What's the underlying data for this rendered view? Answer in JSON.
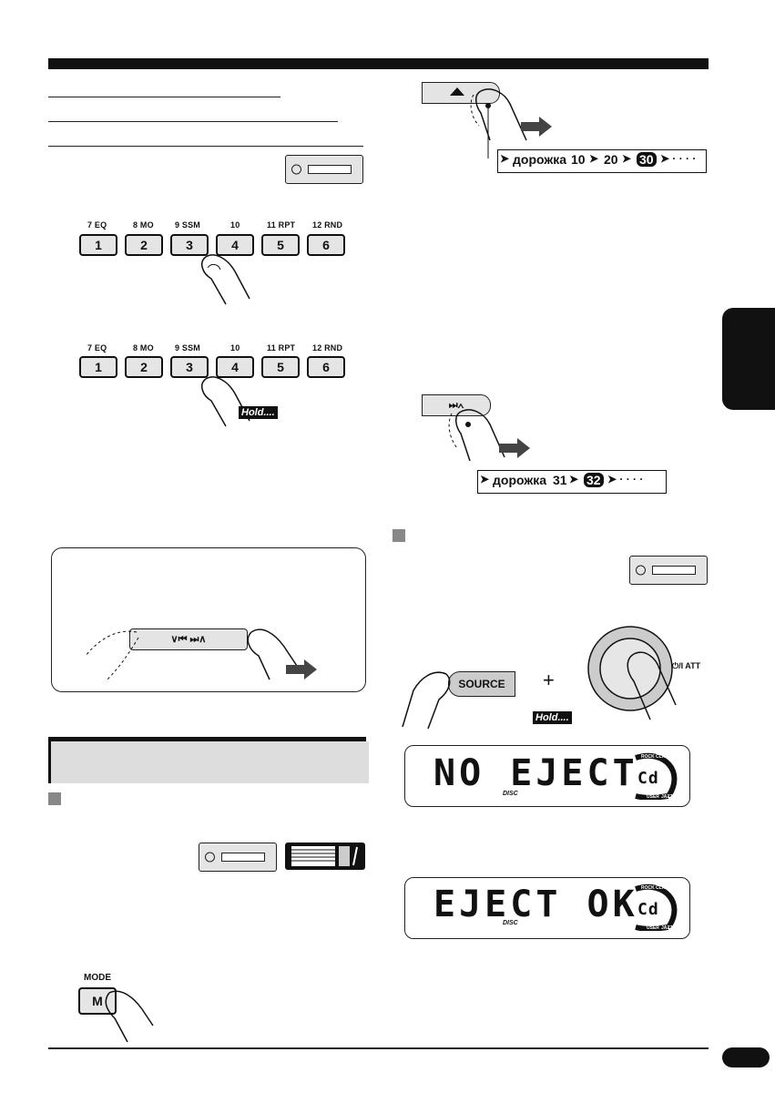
{
  "preset_keys": {
    "labels": [
      "7 EQ",
      "8 MO",
      "9 SSM",
      "10",
      "11 RPT",
      "12 RND"
    ],
    "numbers": [
      "1",
      "2",
      "3",
      "4",
      "5",
      "6"
    ]
  },
  "hold_label": "Hold....",
  "track_seq_1": {
    "word": "дорожка",
    "v1": "10",
    "v2": "20",
    "v3": "30"
  },
  "track_seq_2": {
    "word": "дорожка",
    "v1": "31",
    "v2": "32"
  },
  "skip_label": "⏭∧",
  "prev_next_label": "∨⏮ ⏭∧",
  "source_label": "SOURCE",
  "plus_sign": "+",
  "power_att_label": "⏻/I ATT",
  "mode_label": "MODE",
  "mode_key": "M",
  "lcd_1": {
    "main": "NO EJECT",
    "small": "Cd",
    "disc": "DISC"
  },
  "lcd_2": {
    "main": "EJECT OK",
    "small": "Cd",
    "disc": "DISC"
  },
  "eq_ring": [
    "ROCK",
    "CLASSIC",
    "POPS",
    "HIP HOP",
    "USER",
    "JAZZ"
  ]
}
